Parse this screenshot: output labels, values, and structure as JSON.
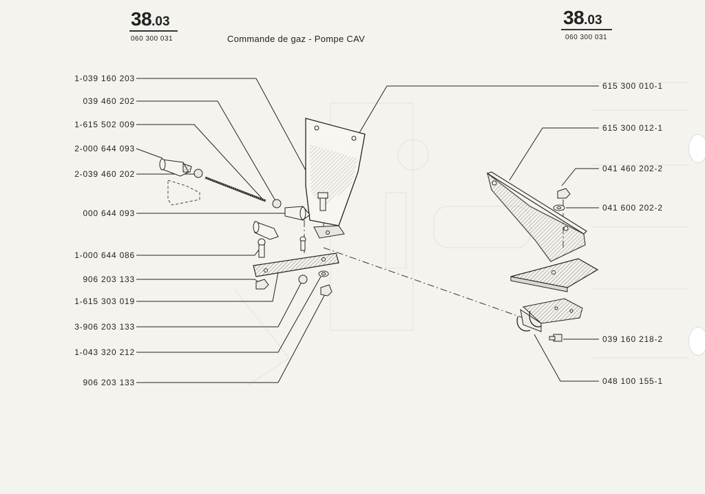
{
  "header_left": {
    "section_main": "38",
    "section_sub": ".03",
    "code": "060 300 031"
  },
  "header_right": {
    "section_main": "38",
    "section_sub": ".03",
    "code": "060 300 031"
  },
  "title": "Commande de gaz  -  Pompe CAV",
  "left_labels": [
    "1-039 160 203",
    "039 460 202",
    "1-615 502 009",
    "2-000 644 093",
    "2-039 460 202",
    "000 644 093",
    "1-000 644 086",
    "906 203 133",
    "1-615 303 019",
    "3-906 203 133",
    "1-043 320 212",
    "906 203 133"
  ],
  "right_labels": [
    "615 300 010-1",
    "615 300 012-1",
    "041 460 202-2",
    "041 600 202-2",
    "039 160 218-2",
    "048 100 155-1"
  ]
}
